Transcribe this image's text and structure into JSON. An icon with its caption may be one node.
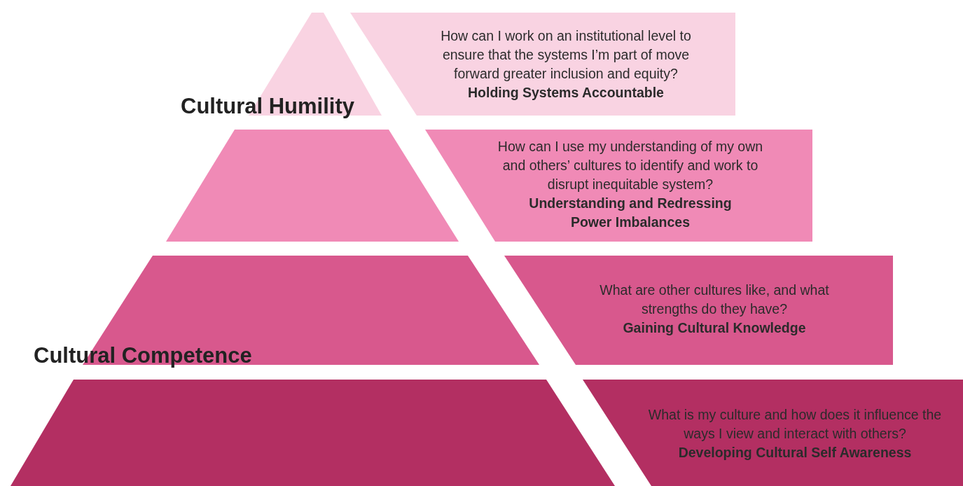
{
  "diagram": {
    "nodes": [
      {
        "text": [
          "How can I work on an institutional level to ensure that the systems I’m part of move forward greater inclusion and equity?",
          "Holding Systems Accountable"
        ]
      },
      {
        "text": [
          "How can I use my understanding of my own and others’ cultures to identify and work to disrupt inequitable system?",
          "Understanding and Redressing Power Imbalances"
        ]
      },
      {
        "text": [
          "What are other cultures like, and what strengths do they have?",
          "Gaining Cultural Knowledge"
        ]
      },
      {
        "text": [
          "What is my culture and how does it influence the ways I view and interact with others?",
          "Developing Cultural Self Awareness"
        ]
      }
    ],
    "labels": [
      "Cultural Humility",
      "Cultural Competence"
    ]
  }
}
